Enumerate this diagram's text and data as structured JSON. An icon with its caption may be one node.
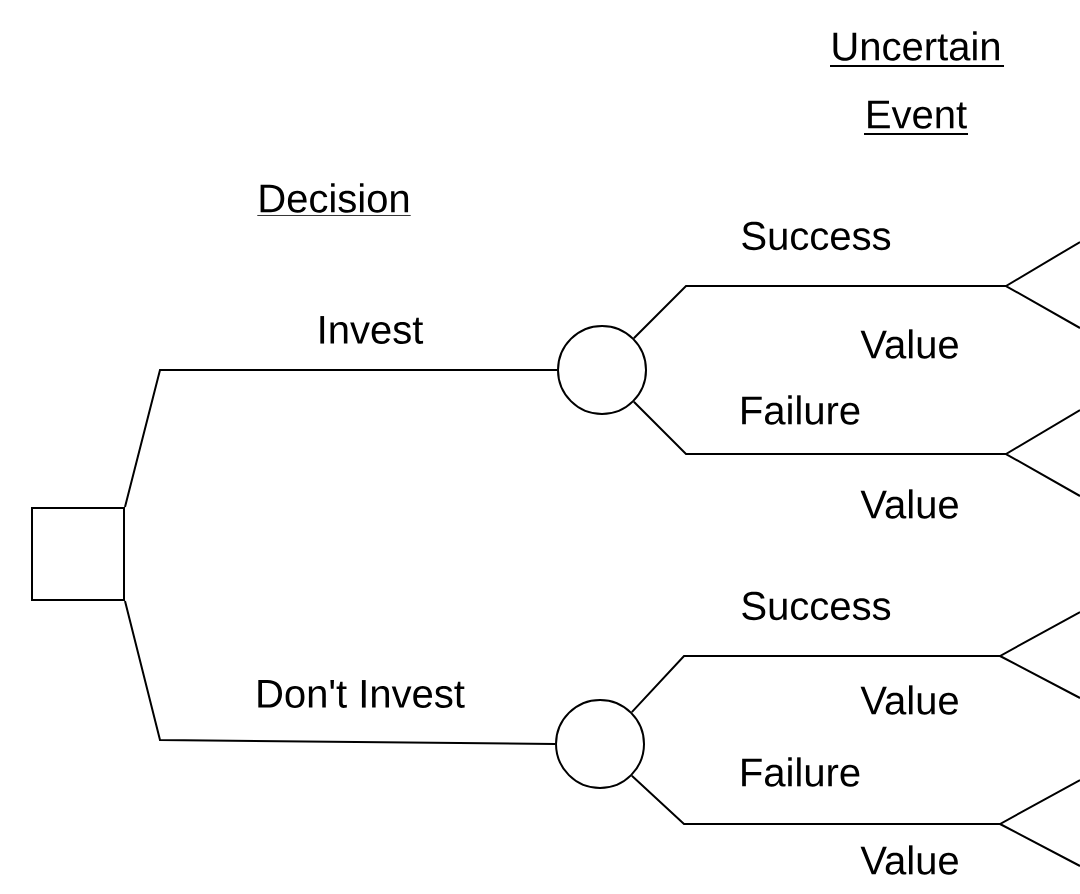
{
  "diagram": {
    "nodes": [
      {
        "text": [],
        "shape": "box"
      },
      {
        "text": [],
        "shape": "circle"
      },
      {
        "text": [],
        "shape": "circle"
      }
    ],
    "edges": [
      {
        "from": 0,
        "to": 1,
        "arrow": "none",
        "label": "Invest"
      },
      {
        "from": 0,
        "to": 2,
        "arrow": "none",
        "label": "Don't Invest"
      },
      {
        "from": 1,
        "to": null,
        "arrow": "none",
        "label": "Success"
      },
      {
        "from": 1,
        "to": null,
        "arrow": "none",
        "label": "Failure"
      },
      {
        "from": 2,
        "to": null,
        "arrow": "none",
        "label": "Success"
      },
      {
        "from": 2,
        "to": null,
        "arrow": "none",
        "label": "Failure"
      }
    ],
    "labels": [
      "Uncertain Event",
      "Decision",
      "Value",
      "Value",
      "Value",
      "Value"
    ]
  }
}
